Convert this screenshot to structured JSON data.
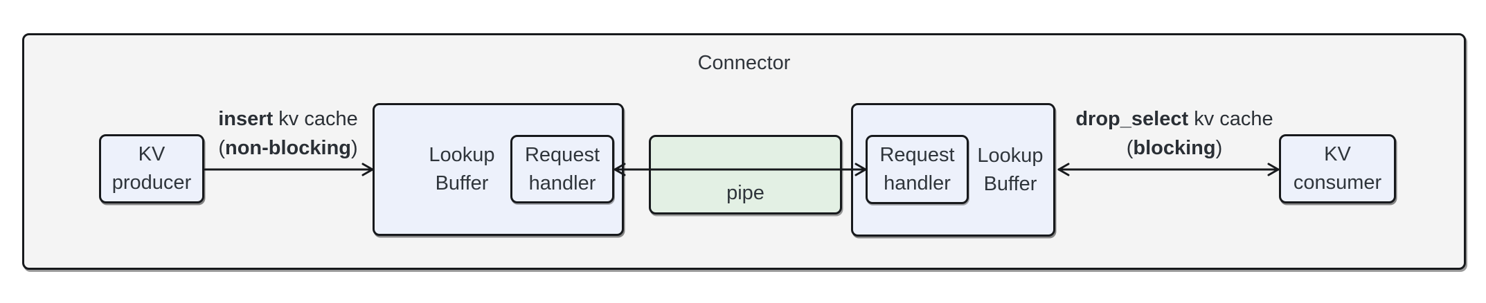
{
  "title": "Connector",
  "colors": {
    "frame_bg": "#f4f4f4",
    "node_bg": "#edf1fb",
    "pipe_bg": "#e3f0e4",
    "border": "#17191c",
    "text": "#2f353b"
  },
  "nodes": {
    "kv_producer": {
      "lines": [
        "KV",
        "producer"
      ]
    },
    "lookup_buffer_left": {
      "lines": [
        "Lookup",
        "Buffer"
      ]
    },
    "request_handler_left": {
      "lines": [
        "Request",
        "handler"
      ]
    },
    "pipe": {
      "label": "pipe"
    },
    "request_handler_right": {
      "lines": [
        "Request",
        "handler"
      ]
    },
    "lookup_buffer_right": {
      "lines": [
        "Lookup",
        "Buffer"
      ]
    },
    "kv_consumer": {
      "lines": [
        "KV",
        "consumer"
      ]
    }
  },
  "edges": {
    "insert": {
      "verb": "insert",
      "object": " kv cache",
      "open_paren": "(",
      "mode": "non-blocking",
      "close_paren": ")"
    },
    "drop_select": {
      "verb": "drop_select",
      "object": " kv cache",
      "open_paren": "(",
      "mode": "blocking",
      "close_paren": ")"
    }
  }
}
